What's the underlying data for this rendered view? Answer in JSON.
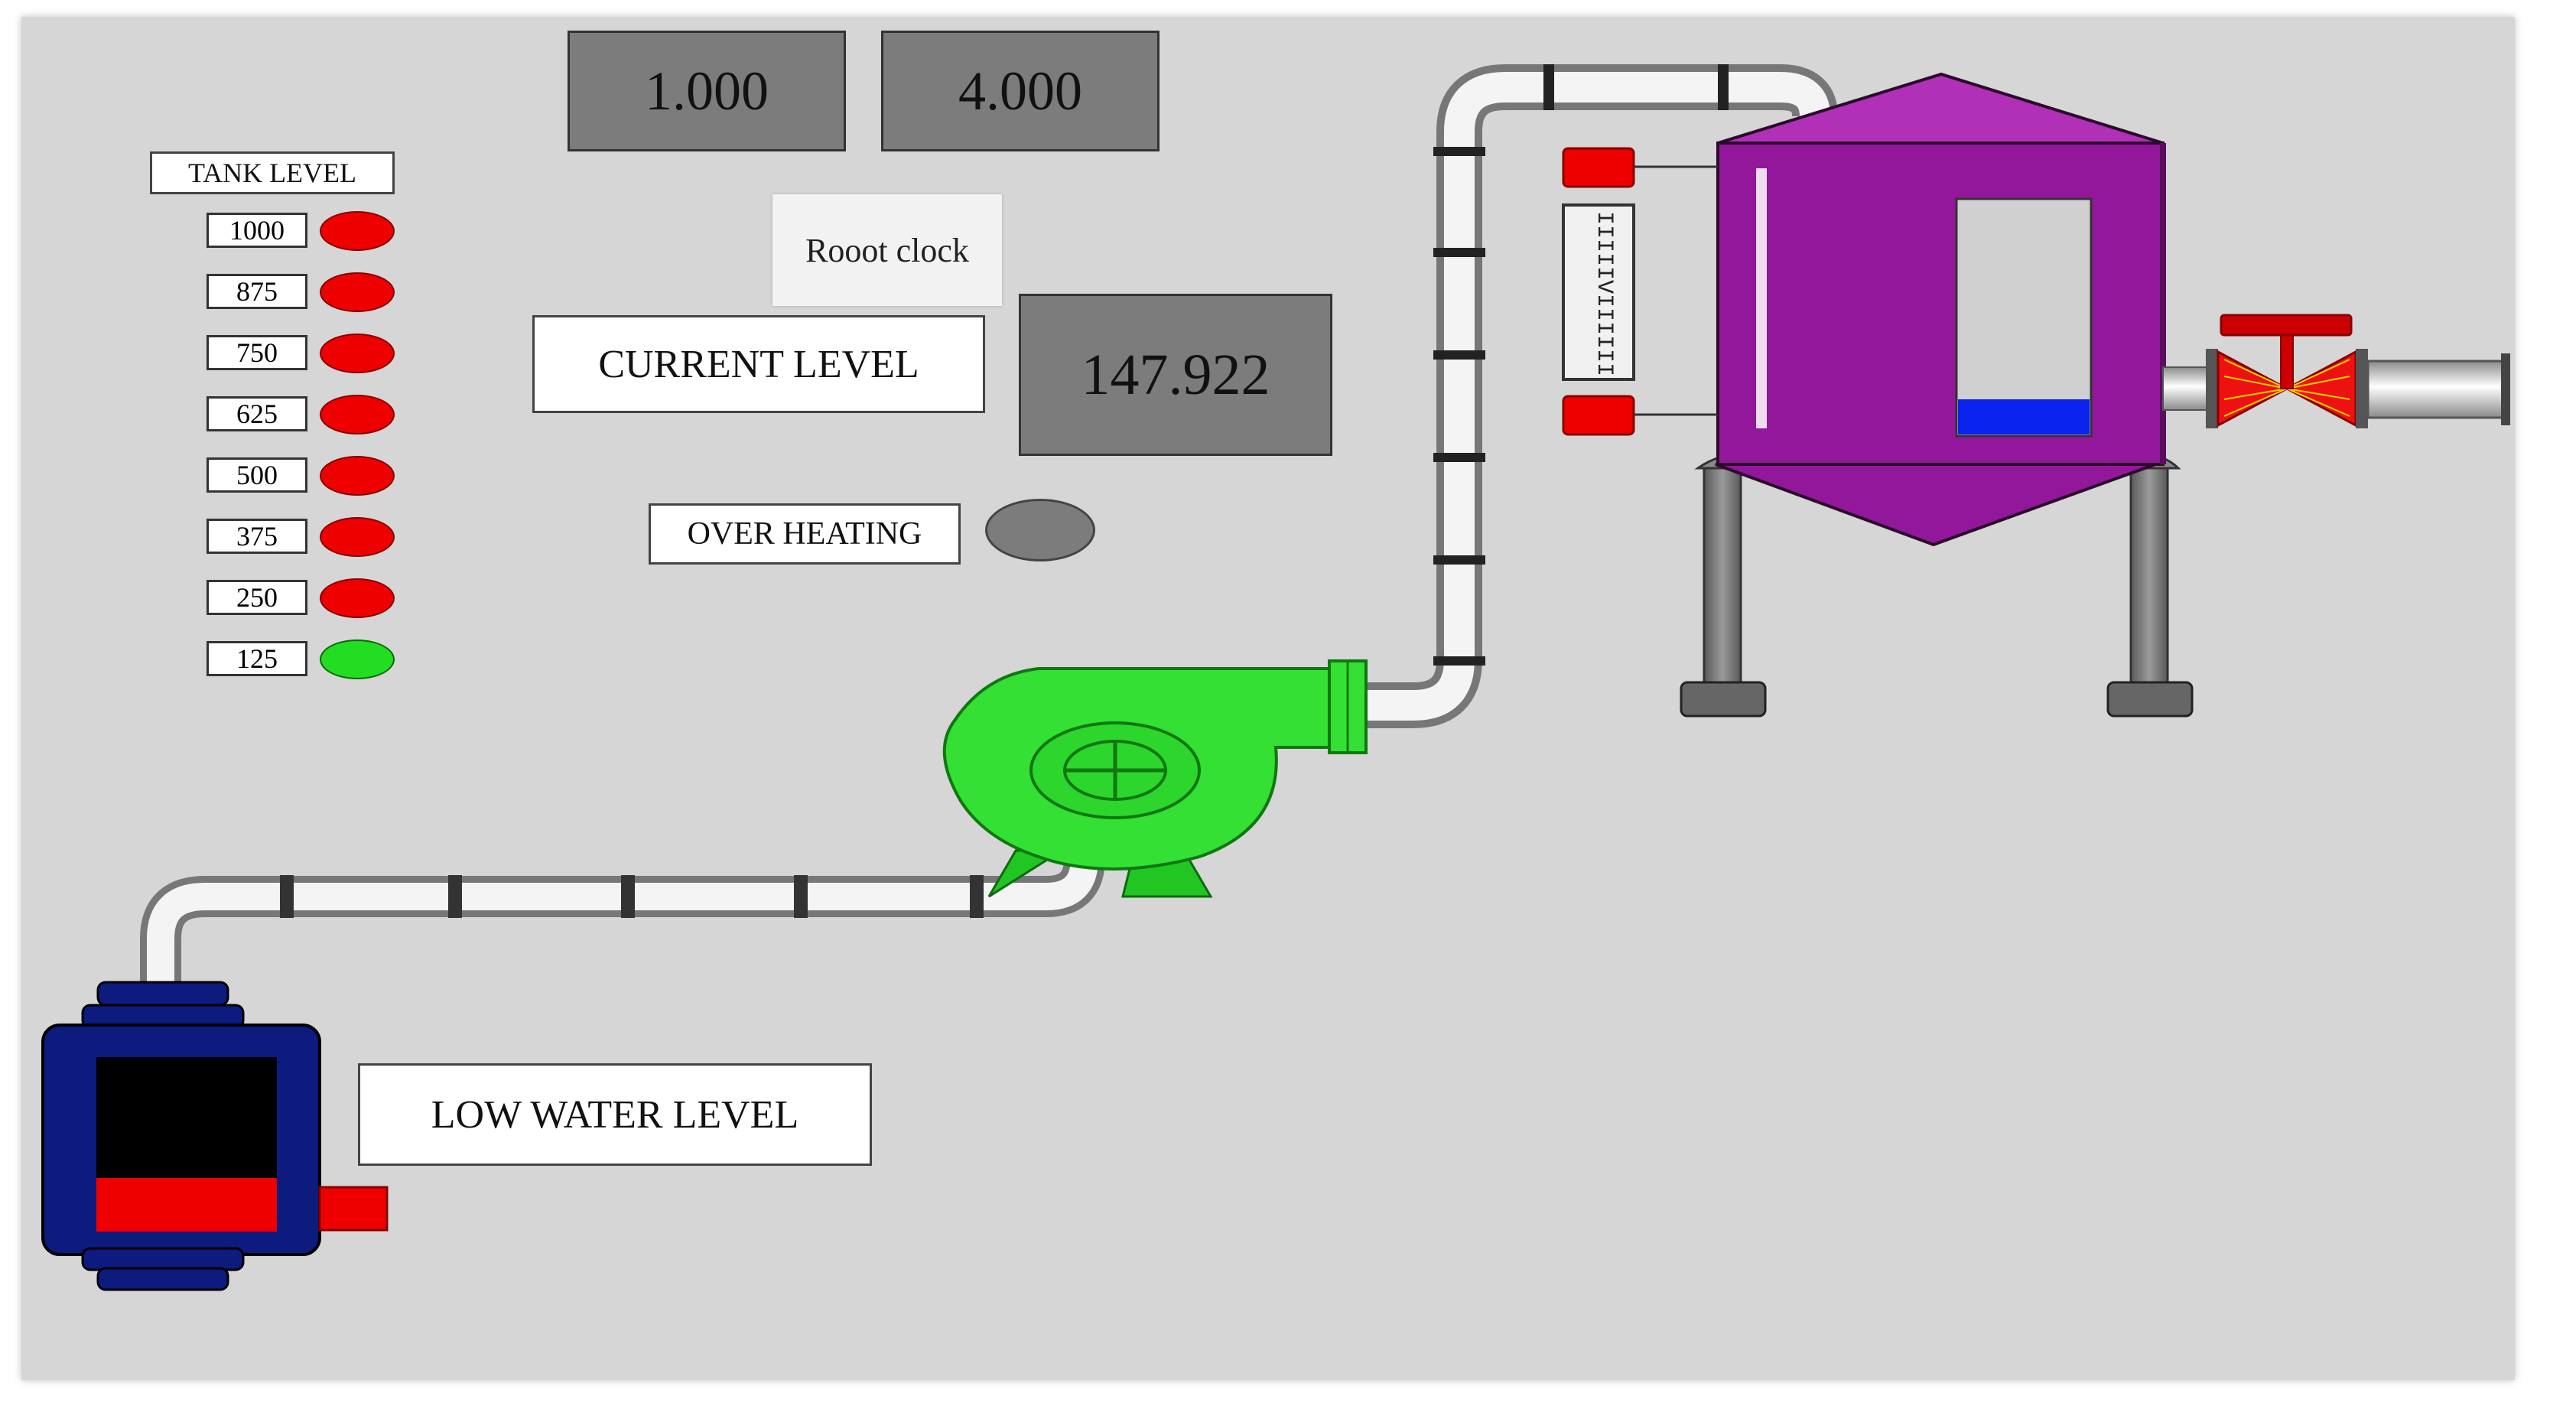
{
  "displays": {
    "value_a": "1.000",
    "value_b": "4.000",
    "current_level_value": "147.922"
  },
  "clock_button": {
    "label": "Rooot clock"
  },
  "labels": {
    "current_level": "CURRENT LEVEL",
    "over_heating": "OVER HEATING",
    "low_water_level": "LOW WATER LEVEL",
    "tank_level": "TANK LEVEL",
    "gauge_text": "IIIIIVIIIIII"
  },
  "tank_levels": [
    {
      "label": "1000",
      "state": "red"
    },
    {
      "label": "875",
      "state": "red"
    },
    {
      "label": "750",
      "state": "red"
    },
    {
      "label": "625",
      "state": "red"
    },
    {
      "label": "500",
      "state": "red"
    },
    {
      "label": "375",
      "state": "red"
    },
    {
      "label": "250",
      "state": "red"
    },
    {
      "label": "125",
      "state": "green"
    }
  ],
  "indicators": {
    "over_heating_state": "off",
    "tank_fill_fraction": 0.15
  },
  "colors": {
    "panel_bg": "#d6d6d6",
    "tank_body": "#93179a",
    "pump": "#33e033",
    "motor": "#0d1a7e",
    "water": "#0a22ee",
    "alarm_red": "#ee0000",
    "lamp_off": "#7c7c7c"
  }
}
